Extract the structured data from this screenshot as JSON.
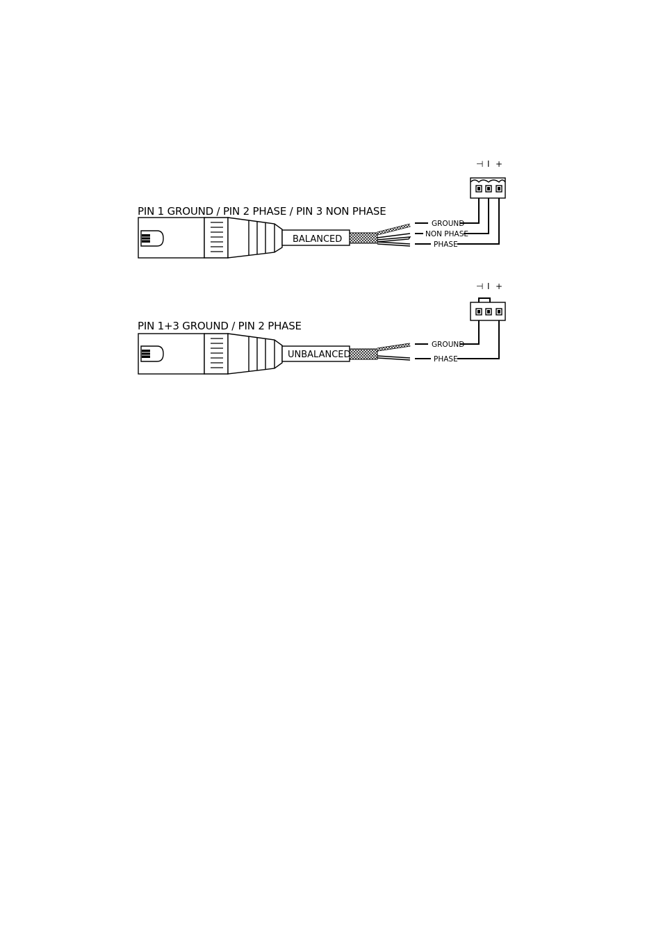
{
  "balanced": {
    "title": "PIN 1 GROUND / PIN 2 PHASE / PIN 3 NON PHASE",
    "cable_label": "BALANCED",
    "wire_labels": [
      "GROUND",
      "NON PHASE",
      "PHASE"
    ],
    "terminal_symbols": [
      "⊣",
      "I",
      "+"
    ]
  },
  "unbalanced": {
    "title": "PIN 1+3 GROUND / PIN 2 PHASE",
    "cable_label": "UNBALANCED",
    "wire_labels": [
      "GROUND",
      "PHASE"
    ],
    "terminal_symbols": [
      "⊣",
      "I",
      "+"
    ]
  }
}
